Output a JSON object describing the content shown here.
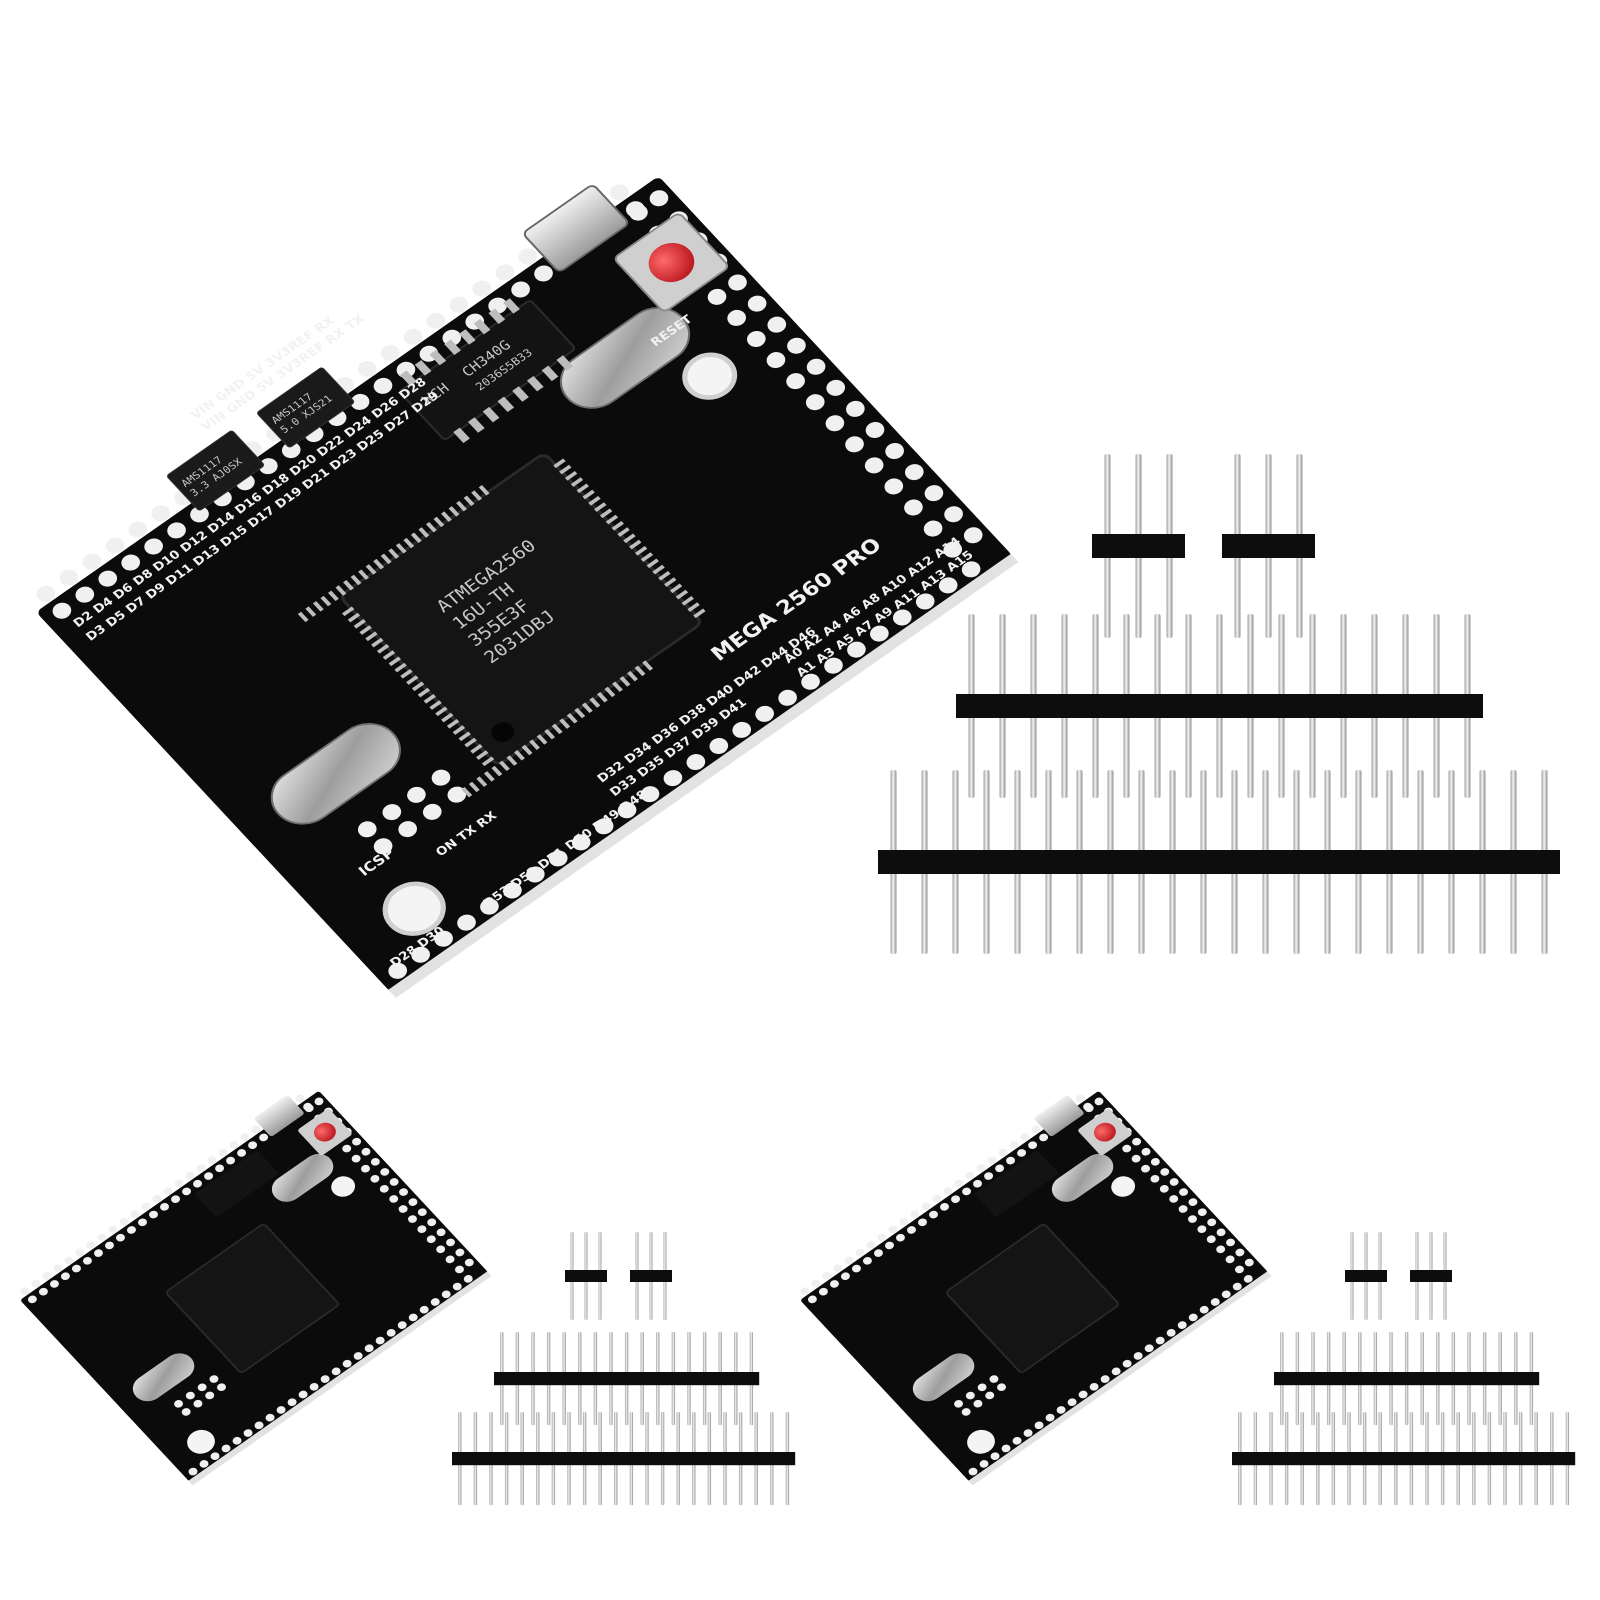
{
  "scene": {
    "background": "#ffffff",
    "board_color": "#0b0b0b",
    "pin_color": "#d9d9d9",
    "button_color": "#d9232b"
  },
  "boards": [
    {
      "id": "board-large",
      "silkscreen": {
        "model": "MEGA 2560 PRO",
        "power_pins": "VIN GND 5V 3V3REF RX TX",
        "power_pins_alt": "VIN GND 5V 3V3REF RX",
        "left_digital_a": "D2 D4 D6 D8 D10 D12 D14 D16 D18 D20 D22 D24 D26 D28",
        "left_digital_b": "D3 D5 D7 D9 D11 D13 D15 D17 D19 D21 D23 D25 D27 D29",
        "left_digital_c": "D28 D30",
        "right_analog_a": "A0 A2 A4 A6 A8 A10 A12 A14",
        "right_analog_b": "A1 A3 A5 A7 A9 A11 A13 A15",
        "bottom_digital_a": "D32 D34 D36 D38 D40 D42 D44 D46",
        "bottom_digital_b": "D33 D35 D37 D39 D41",
        "bottom_leds": "ON TX RX",
        "bottom_spi": "D53 D52 D51 D50 D49 D48",
        "icsp": "ICSP",
        "reset": "RESET"
      },
      "mcu": {
        "line1": "ATMEGA2560",
        "line2": "16U-TH",
        "line3": "355E3F",
        "line4": "2031DBJ"
      },
      "usb_chip": {
        "logo": "WCH",
        "line1": "CH340G",
        "line2": "2036S5B33"
      },
      "regulator_5v": {
        "line1": "AMS1117",
        "line2": "5.0 XJS21"
      },
      "regulator_3v3": {
        "line1": "AMS1117",
        "line2": "3.3 AJ0SX"
      }
    }
  ],
  "pin_headers": [
    {
      "name": "header-3pin-a",
      "pins": 3
    },
    {
      "name": "header-3pin-b",
      "pins": 3
    },
    {
      "name": "header-17pin",
      "pins": 17
    },
    {
      "name": "header-22pin",
      "pins": 22
    }
  ]
}
